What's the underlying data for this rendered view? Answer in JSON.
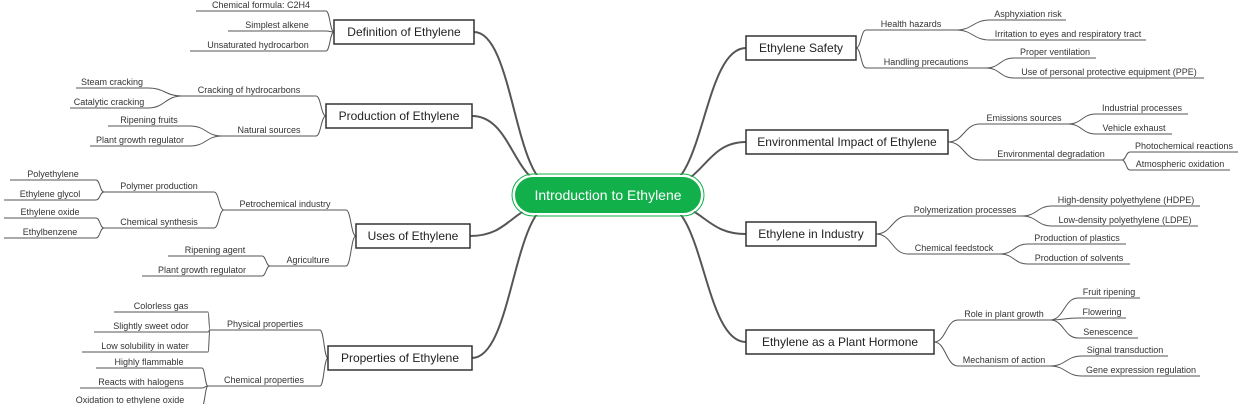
{
  "root": {
    "label": "Introduction to Ethylene",
    "color": "#12b04a"
  },
  "colors": {
    "line": "#555555",
    "box_border": "#333333",
    "text": "#333333"
  },
  "left": [
    {
      "label": "Definition of Ethylene",
      "children": [
        {
          "label": "Chemical formula: C2H4",
          "children": []
        },
        {
          "label": "Simplest alkene",
          "children": []
        },
        {
          "label": "Unsaturated hydrocarbon",
          "children": []
        }
      ]
    },
    {
      "label": "Production of Ethylene",
      "children": [
        {
          "label": "Cracking of hydrocarbons",
          "children": [
            {
              "label": "Steam cracking"
            },
            {
              "label": "Catalytic cracking"
            }
          ]
        },
        {
          "label": "Natural sources",
          "children": [
            {
              "label": "Ripening fruits"
            },
            {
              "label": "Plant growth regulator"
            }
          ]
        }
      ]
    },
    {
      "label": "Uses of Ethylene",
      "children": [
        {
          "label": "Petrochemical industry",
          "children": [
            {
              "label": "Polymer production",
              "children": [
                {
                  "label": "Polyethylene"
                },
                {
                  "label": "Ethylene glycol"
                }
              ]
            },
            {
              "label": "Chemical synthesis",
              "children": [
                {
                  "label": "Ethylene oxide"
                },
                {
                  "label": "Ethylbenzene"
                }
              ]
            }
          ]
        },
        {
          "label": "Agriculture",
          "children": [
            {
              "label": "Ripening agent"
            },
            {
              "label": "Plant growth regulator"
            }
          ]
        }
      ]
    },
    {
      "label": "Properties of Ethylene",
      "children": [
        {
          "label": "Physical properties",
          "children": [
            {
              "label": "Colorless gas"
            },
            {
              "label": "Slightly sweet odor"
            },
            {
              "label": "Low solubility in water"
            }
          ]
        },
        {
          "label": "Chemical properties",
          "children": [
            {
              "label": "Highly flammable"
            },
            {
              "label": "Reacts with halogens"
            },
            {
              "label": "Oxidation to ethylene oxide"
            }
          ]
        }
      ]
    }
  ],
  "right": [
    {
      "label": "Ethylene Safety",
      "children": [
        {
          "label": "Health hazards",
          "children": [
            {
              "label": "Asphyxiation risk"
            },
            {
              "label": "Irritation to eyes and respiratory tract"
            }
          ]
        },
        {
          "label": "Handling precautions",
          "children": [
            {
              "label": "Proper ventilation"
            },
            {
              "label": "Use of personal protective equipment (PPE)"
            }
          ]
        }
      ]
    },
    {
      "label": "Environmental Impact of Ethylene",
      "children": [
        {
          "label": "Emissions sources",
          "children": [
            {
              "label": "Industrial processes"
            },
            {
              "label": "Vehicle exhaust"
            }
          ]
        },
        {
          "label": "Environmental degradation",
          "children": [
            {
              "label": "Photochemical reactions"
            },
            {
              "label": "Atmospheric oxidation"
            }
          ]
        }
      ]
    },
    {
      "label": "Ethylene in Industry",
      "children": [
        {
          "label": "Polymerization processes",
          "children": [
            {
              "label": "High-density polyethylene (HDPE)"
            },
            {
              "label": "Low-density polyethylene (LDPE)"
            }
          ]
        },
        {
          "label": "Chemical feedstock",
          "children": [
            {
              "label": "Production of plastics"
            },
            {
              "label": "Production of solvents"
            }
          ]
        }
      ]
    },
    {
      "label": "Ethylene as a Plant Hormone",
      "children": [
        {
          "label": "Role in plant growth",
          "children": [
            {
              "label": "Fruit ripening"
            },
            {
              "label": "Flowering"
            },
            {
              "label": "Senescence"
            }
          ]
        },
        {
          "label": "Mechanism of action",
          "children": [
            {
              "label": "Signal transduction"
            },
            {
              "label": "Gene expression regulation"
            }
          ]
        }
      ]
    }
  ]
}
